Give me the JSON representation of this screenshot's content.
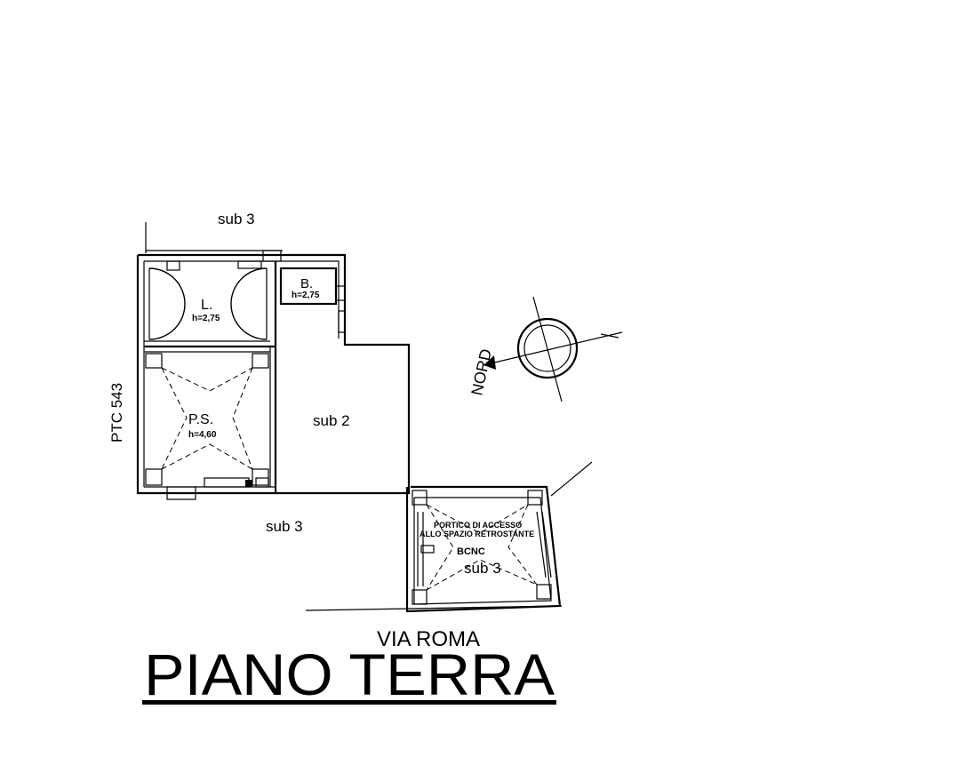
{
  "labels": {
    "sub3_top": "sub 3",
    "sub3_left_bottom": "sub 3",
    "sub3_portico": "sub 3",
    "sub2": "sub 2",
    "ptc": "PTC 543",
    "room_l": "L.",
    "room_l_h": "h=2,75",
    "room_b": "B.",
    "room_b_h": "h=2,75",
    "room_ps": "P.S.",
    "room_ps_h": "h=4,60",
    "portico_line1": "PORTICO DI ACCESSO",
    "portico_line2": "ALLO SPAZIO RETROSTANTE",
    "bcnc": "BCNC",
    "nord": "NORD",
    "street": "VIA ROMA",
    "title": "PIANO TERRA"
  }
}
